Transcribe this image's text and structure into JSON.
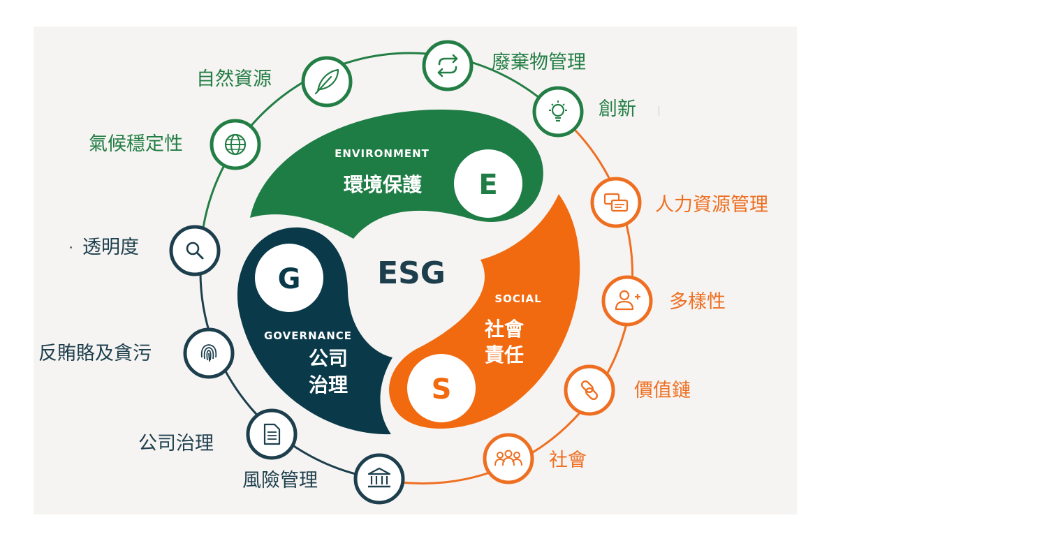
{
  "center": {
    "title": "ESG"
  },
  "pillars": {
    "environment": {
      "letter": "E",
      "heading": "ENVIRONMENT",
      "label": "環境保護",
      "color": "#1e7c45"
    },
    "social": {
      "letter": "S",
      "heading": "SOCIAL",
      "label_line1": "社會",
      "label_line2": "責任",
      "color": "#f26a10"
    },
    "governance": {
      "letter": "G",
      "heading": "GOVERNANCE",
      "label_line1": "公司",
      "label_line2": "治理",
      "color": "#0a3a4a"
    }
  },
  "topics": [
    {
      "id": "natural-resources",
      "label": "自然資源",
      "icon": "leaf-icon",
      "group": "environment"
    },
    {
      "id": "waste-management",
      "label": "廢棄物管理",
      "icon": "recycle-icon",
      "group": "environment"
    },
    {
      "id": "innovation",
      "label": "創新",
      "icon": "lightbulb-icon",
      "group": "environment"
    },
    {
      "id": "climate-stability",
      "label": "氣候穩定性",
      "icon": "globe-icon",
      "group": "environment"
    },
    {
      "id": "human-resources",
      "label": "人力資源管理",
      "icon": "chat-icon",
      "group": "social"
    },
    {
      "id": "diversity",
      "label": "多樣性",
      "icon": "add-user-icon",
      "group": "social"
    },
    {
      "id": "value-chain",
      "label": "價值鏈",
      "icon": "link-icon",
      "group": "social"
    },
    {
      "id": "society",
      "label": "社會",
      "icon": "people-icon",
      "group": "social"
    },
    {
      "id": "transparency",
      "label": "透明度",
      "icon": "search-icon",
      "group": "governance"
    },
    {
      "id": "anti-corruption",
      "label": "反賄賂及貪污",
      "icon": "fingerprint-icon",
      "group": "governance"
    },
    {
      "id": "corporate-governance",
      "label": "公司治理",
      "icon": "document-icon",
      "group": "governance"
    },
    {
      "id": "risk-management",
      "label": "風險管理",
      "icon": "bank-icon",
      "group": "governance"
    }
  ],
  "colors": {
    "green": "#237e45",
    "orange": "#ee6f21",
    "navy": "#1d3f4d",
    "background": "#f6f4f2"
  }
}
